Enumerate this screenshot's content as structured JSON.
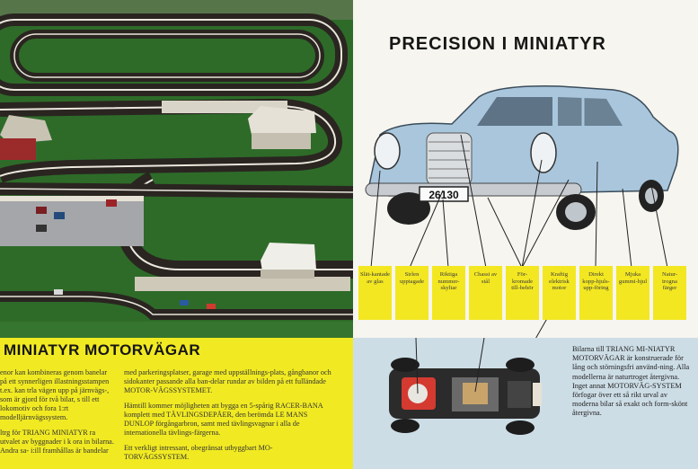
{
  "left_page": {
    "heading": "MINIATYR MOTORVÄGAR",
    "col1_paragraphs": [
      "enor kan kombineras genom banelar på ett synnerligen illastningsstampen t.ex. kan trla vägen upp på järnvägs-, som är gjord för två bilar, s till ett lokomotiv och fora 1:rt modelljärnvägssystem.",
      "ltrg för TRIANG MINIATYR ra utvalet av byggnader i k ora in bilarna. Andra sa- i:ill framhållas är bandelar"
    ],
    "col2_paragraphs": [
      "med parkeringsplatser, garage med uppställnings-plats, gångbanor och sidokanter passande alla ban-delar rundar av bilden på ett fulländade MOTOR-VÄGSSYSTEMET.",
      "Hämtill kommer möjligheten att bygga en 5-spårig RACER-BANA komplett med TÄVLINGSDEPÅER, den berömda LE MANS DUNLOP förgångarbron, samt med tävlingsvagnar i alla de internationella tävlings-färgerna.",
      "Ett verkligt intressant, obegränsat utbyggbart MO-TORVÄGSSYSTEM."
    ]
  },
  "right_page": {
    "heading": "PRECISION I MINIATYR",
    "license_plate": "26130",
    "features": [
      "Slät-kantade av glas",
      "Sirlen upptagade",
      "Riktiga nummer-skyltar",
      "Chassi av stål",
      "För-kromade till-behör",
      "Kraftig elektrisk motor",
      "Direkt kopp-hjuls-upp-föring",
      "Mjuka gummi-hjul",
      "Natur-trogna färger"
    ],
    "chassis_paragraphs": [
      "Bilarna till TRIANG MI-NIATYR MOTORVÄGAR är konstruerade för lång och störningsfri använd-ning. Alla modellerna är naturtroget återgivna.",
      "Inget annat MOTORVÄG-SYSTEM förfogar över ett så rikt urval av moderna bilar så exakt och form-skönt återgivna."
    ]
  },
  "colors": {
    "yellow": "#f1ea22",
    "grass": "#2f6f2a",
    "chassis_panel": "#cddde6",
    "car_blue": "#a9c6dc"
  }
}
